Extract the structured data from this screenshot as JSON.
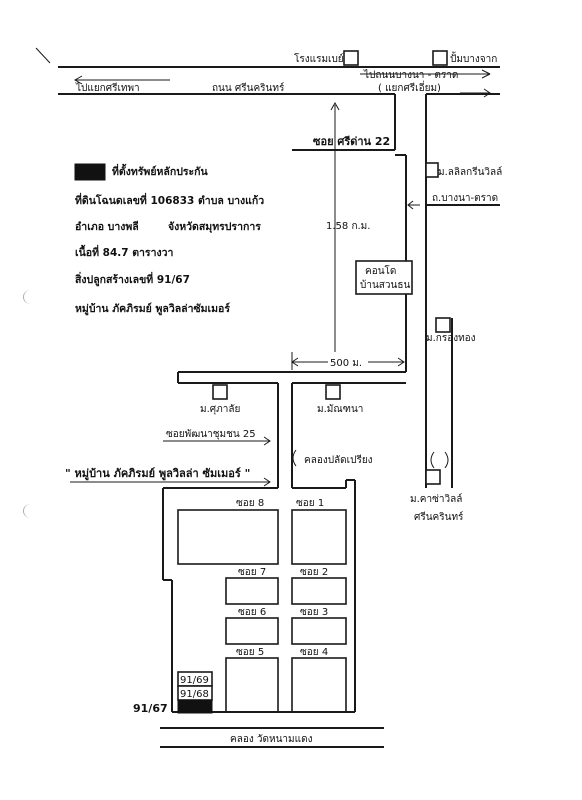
{
  "roads": {
    "top_hotel": "โรงแรมเบย์",
    "top_pump": "ปั้มบางจาก",
    "to_bangna_trad": "ไปถนนบางนา - ตราด",
    "srieam_junction": "( แยกศรีเอี่ยม)",
    "to_srithepha": "ไปแยกศรีเทพา",
    "srinakarin_road": "ถนน ศรีนครินทร์",
    "soi_sridan": "ซอย ศรีด่าน 22",
    "bangna_trad": "ถ.บางนา-ตราด",
    "soi_phatthana": "ซอยพัฒนาชุมชน 25",
    "canal_plad": "คลองปลัดเปรียง",
    "canal_wat": "คลอง วัดหนามแดง"
  },
  "legend": {
    "asset_label": "ที่ตั้งทรัพย์หลักประกัน"
  },
  "property": {
    "deed_line": "ที่ดินโฉนดเลขที่ 106833 ตำบล บางแก้ว",
    "district_line": "อำเภอ บางพลี        จังหวัดสมุทรปราการ",
    "area_line": "เนื้อที่ 84.7 ตารางวา",
    "building_line": "สิ่งปลูกสร้างเลขที่ 91/67",
    "village_line": "หมู่บ้าน ภัคภิรมย์ พูลวิลล่าซัมเมอร์"
  },
  "distances": {
    "vertical": "1.58 ก.ม.",
    "horizontal": "500 ม."
  },
  "landmarks": {
    "lalin": "ม.ลลิลกรีนวิลล์",
    "condo_line1": "คอนโด",
    "condo_line2": "บ้านสวนธน",
    "krongthong": "ม.กรองทอง",
    "supalai": "ม.ศุภาลัย",
    "mantana": "ม.มัณฑนา",
    "casa_line1": "ม.คาซ่าวิลล์",
    "casa_line2": "ศรีนครินทร์"
  },
  "village": {
    "banner": "\" หมู่บ้าน ภัคภิรมย์ พูลวิลล่า ซัมเมอร์ \"",
    "soi8": "ซอย 8",
    "soi1": "ซอย 1",
    "soi7": "ซอย 7",
    "soi2": "ซอย 2",
    "soi6": "ซอย 6",
    "soi3": "ซอย 3",
    "soi5": "ซอย 5",
    "soi4": "ซอย 4",
    "house_69": "91/69",
    "house_68": "91/68",
    "house_67": "91/67"
  }
}
